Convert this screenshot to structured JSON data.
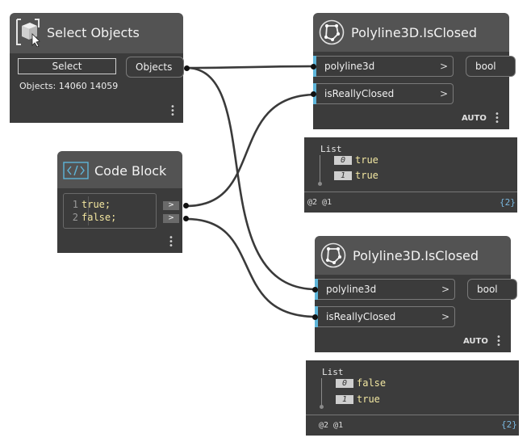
{
  "select_objects": {
    "title": "Select Objects",
    "select_button": "Select",
    "objects_text": "Objects: 14060 14059",
    "output_port": "Objects"
  },
  "code_block": {
    "title": "Code Block",
    "lines": [
      {
        "num": "1",
        "code": "true;"
      },
      {
        "num": "2",
        "code": "false;"
      }
    ],
    "output_glyph": ">"
  },
  "node_top": {
    "title": "Polyline3D.IsClosed",
    "inputs": [
      "polyline3d",
      "isReallyClosed"
    ],
    "output": "bool",
    "lacing": "AUTO",
    "preview": {
      "header": "List",
      "items": [
        {
          "index": "0",
          "value": "true"
        },
        {
          "index": "1",
          "value": "true"
        }
      ],
      "levels": "@2 @1",
      "count": "{2}"
    }
  },
  "node_bottom": {
    "title": "Polyline3D.IsClosed",
    "inputs": [
      "polyline3d",
      "isReallyClosed"
    ],
    "output": "bool",
    "lacing": "AUTO",
    "preview": {
      "header": "List",
      "items": [
        {
          "index": "0",
          "value": "false"
        },
        {
          "index": "1",
          "value": "true"
        }
      ],
      "levels": "@2 @1",
      "count": "{2}"
    }
  },
  "port_chevron": ">",
  "colors": {
    "node_header": "#535353",
    "node_body": "#3b3b3b",
    "input_accent": "#5eb5d9",
    "wire": "#3a3a3a",
    "code_text": "#f4e7a0",
    "preview_count": "#7ab8e0"
  }
}
